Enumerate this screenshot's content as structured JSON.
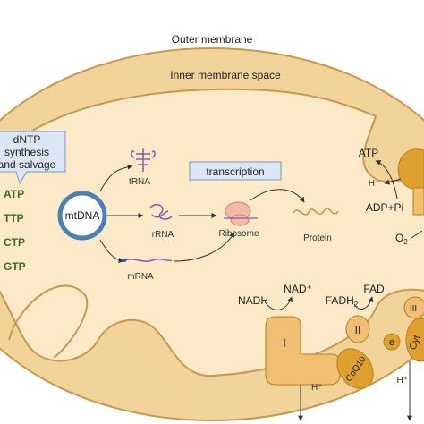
{
  "membranes": {
    "outer": "Outer membrane",
    "inner_space": "Inner membrane space"
  },
  "dntp_box": {
    "line1": "dNTP",
    "line2": "synthesis",
    "line3": "and salvage"
  },
  "nucleotides": [
    "ATP",
    "TTP",
    "CTP",
    "GTP"
  ],
  "mtdna": "mtDNA",
  "rna": {
    "trna": "tRNA",
    "rrna": "rRNA",
    "mrna": "mRNA"
  },
  "ribosome": "Ribosome",
  "protein": "Protein",
  "transcription": "transcription",
  "atp_synthase": {
    "atp": "ATP",
    "hplus": "H⁺",
    "adp": "ADP+Pi"
  },
  "oxygen": {
    "symbol": "O",
    "sub": "2"
  },
  "etc": {
    "nadh": "NADH",
    "nad": "NAD⁺",
    "fadh": "FADH",
    "fadh_sub": "2",
    "fad": "FAD",
    "complex1": "I",
    "complex2": "II",
    "complex3": "III",
    "coq10": "CoQ10",
    "electron": "e",
    "cyt": "Cyt",
    "hplus_left": "H⁺",
    "hplus_right": "H⁺"
  },
  "colors": {
    "outer_fill": "#f2d39a",
    "outer_stroke": "#c89850",
    "matrix_fill": "#fbe9c8",
    "inner_stroke": "#c89850",
    "complex_fill": "#f0bf72",
    "complex_dark": "#e0a030",
    "dntp_box_fill": "#dbe7f6",
    "transcription_fill": "#dbe7f6",
    "mtdna_ring": "#4a7fb8",
    "nucleotide_green": "#3f6b1e"
  }
}
